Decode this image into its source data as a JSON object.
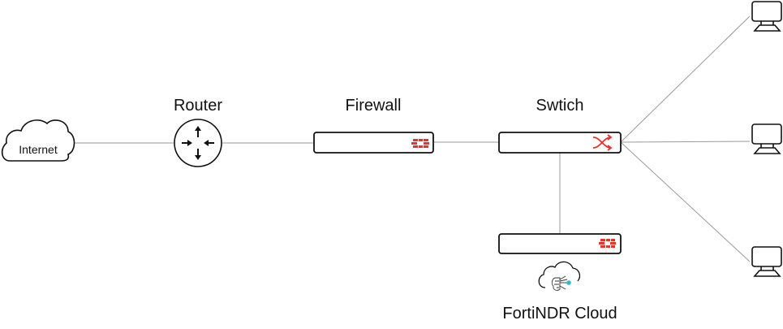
{
  "diagram": {
    "nodes": {
      "internet": {
        "label": "Internet",
        "icon": "cloud-icon"
      },
      "router": {
        "label": "Router",
        "icon": "router-icon"
      },
      "firewall": {
        "label": "Firewall",
        "icon": "fortigate-icon",
        "icon_color": "#e8322a"
      },
      "switch": {
        "label": "Swtich",
        "icon": "switch-crossover-icon",
        "icon_color": "#e8322a"
      },
      "sensor": {
        "label": "",
        "icon": "fortigate-icon",
        "icon_color": "#e8322a"
      },
      "fortindr_cloud": {
        "label": "FortiNDR Cloud",
        "icon": "ai-cloud-brain-icon",
        "accent": "#2bbcd4"
      },
      "endpoints": [
        {
          "icon": "computer-icon"
        },
        {
          "icon": "computer-icon"
        },
        {
          "icon": "computer-icon"
        }
      ]
    },
    "edges": [
      [
        "internet",
        "router"
      ],
      [
        "router",
        "firewall"
      ],
      [
        "firewall",
        "switch"
      ],
      [
        "switch",
        "sensor"
      ],
      [
        "switch",
        "endpoint-1"
      ],
      [
        "switch",
        "endpoint-2"
      ],
      [
        "switch",
        "endpoint-3"
      ]
    ],
    "colors": {
      "line": "#999999",
      "stroke": "#111111",
      "accent": "#e8322a"
    }
  }
}
